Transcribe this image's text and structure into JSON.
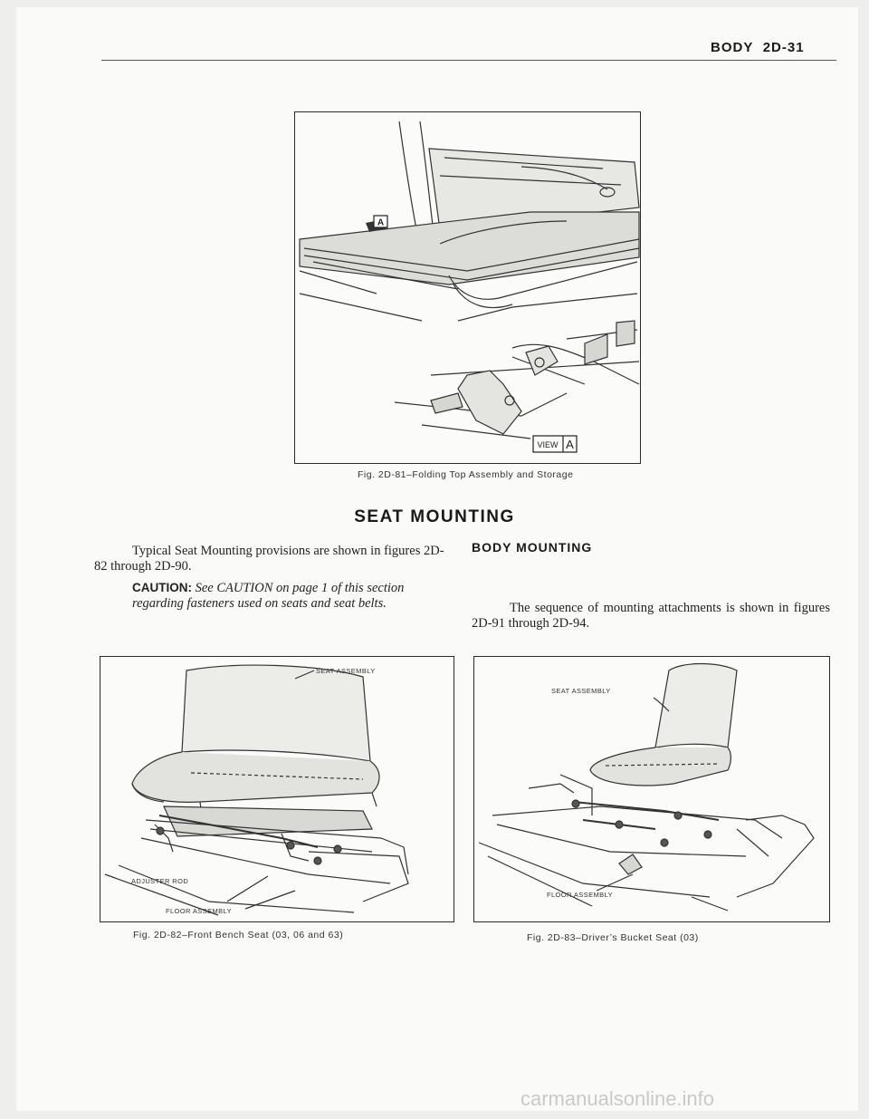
{
  "header": {
    "section": "BODY",
    "page": "2D-31"
  },
  "figures": {
    "fig81": {
      "caption": "Fig. 2D-81–Folding Top Assembly and Storage",
      "marker": "A",
      "view_label": "VIEW",
      "view_letter": "A"
    },
    "fig82": {
      "caption": "Fig. 2D-82–Front Bench Seat (03, 06 and 63)",
      "label_seat": "SEAT ASSEMBLY",
      "label_rod": "ADJUSTER ROD",
      "label_floor": "FLOOR ASSEMBLY"
    },
    "fig83": {
      "caption": "Fig. 2D-83–Driver’s Bucket Seat (03)",
      "label_seat": "SEAT ASSEMBLY",
      "label_floor": "FLOOR ASSEMBLY"
    }
  },
  "section_title": "SEAT MOUNTING",
  "left_column": {
    "intro": "Typical Seat Mounting provisions are shown in figures 2D-82 through 2D-90.",
    "caution_label": "CAUTION:",
    "caution_text": "See CAUTION on page 1 of this section regarding fasteners used on seats and seat belts."
  },
  "right_column": {
    "heading": "BODY MOUNTING",
    "text": "The sequence of mounting attachments is shown in figures 2D-91 through 2D-94."
  },
  "watermark": "carmanualsonline.info"
}
